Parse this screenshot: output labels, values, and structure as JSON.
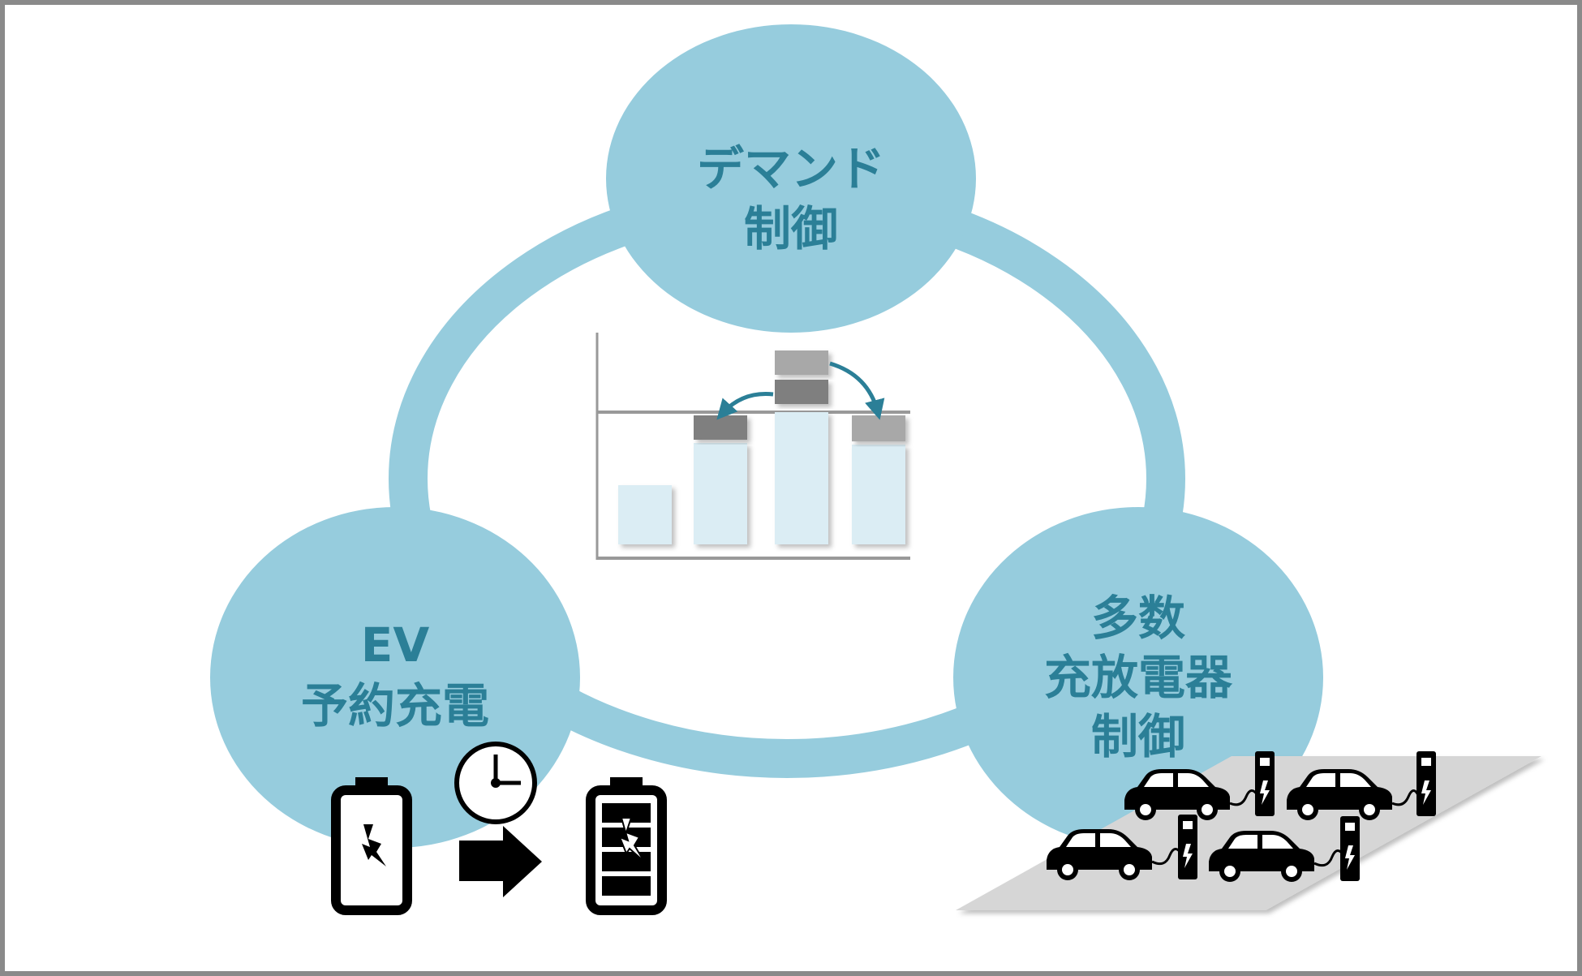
{
  "nodes": {
    "demand": {
      "line1": "デマンド",
      "line2": "制御"
    },
    "ev": {
      "line1": "EV",
      "line2": "予約充電"
    },
    "chargers": {
      "line1": "多数",
      "line2": "充放電器",
      "line3": "制御"
    }
  },
  "colors": {
    "ring": "#96ccdd",
    "label": "#2b7f97",
    "bar_fill": "#dbedf4",
    "block_light": "#a8a8a8",
    "block_dark": "#7f7f7f",
    "arrow": "#2b7f97",
    "icon": "#000000",
    "floor": "#d6d6d6"
  },
  "icons": [
    "battery-empty-icon",
    "clock-icon",
    "right-arrow-icon",
    "battery-full-icon",
    "ev-car-icon",
    "charging-station-icon"
  ]
}
